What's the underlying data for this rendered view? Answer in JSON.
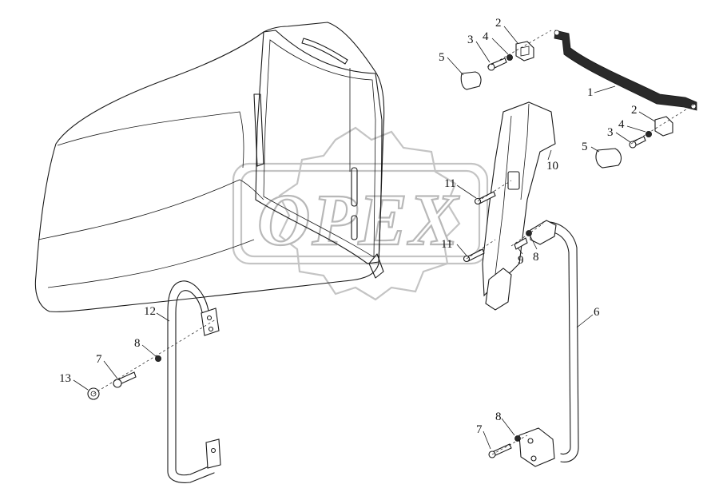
{
  "watermark": {
    "text": "OPEX"
  },
  "callouts": {
    "c1": "1",
    "c2a": "2",
    "c2b": "2",
    "c3a": "3",
    "c3b": "3",
    "c4a": "4",
    "c4b": "4",
    "c5a": "5",
    "c5b": "5",
    "c6": "6",
    "c7a": "7",
    "c7b": "7",
    "c8a": "8",
    "c8b": "8",
    "c8c": "8",
    "c9": "9",
    "c10": "10",
    "c11a": "11",
    "c11b": "11",
    "c12": "12",
    "c13": "13"
  }
}
